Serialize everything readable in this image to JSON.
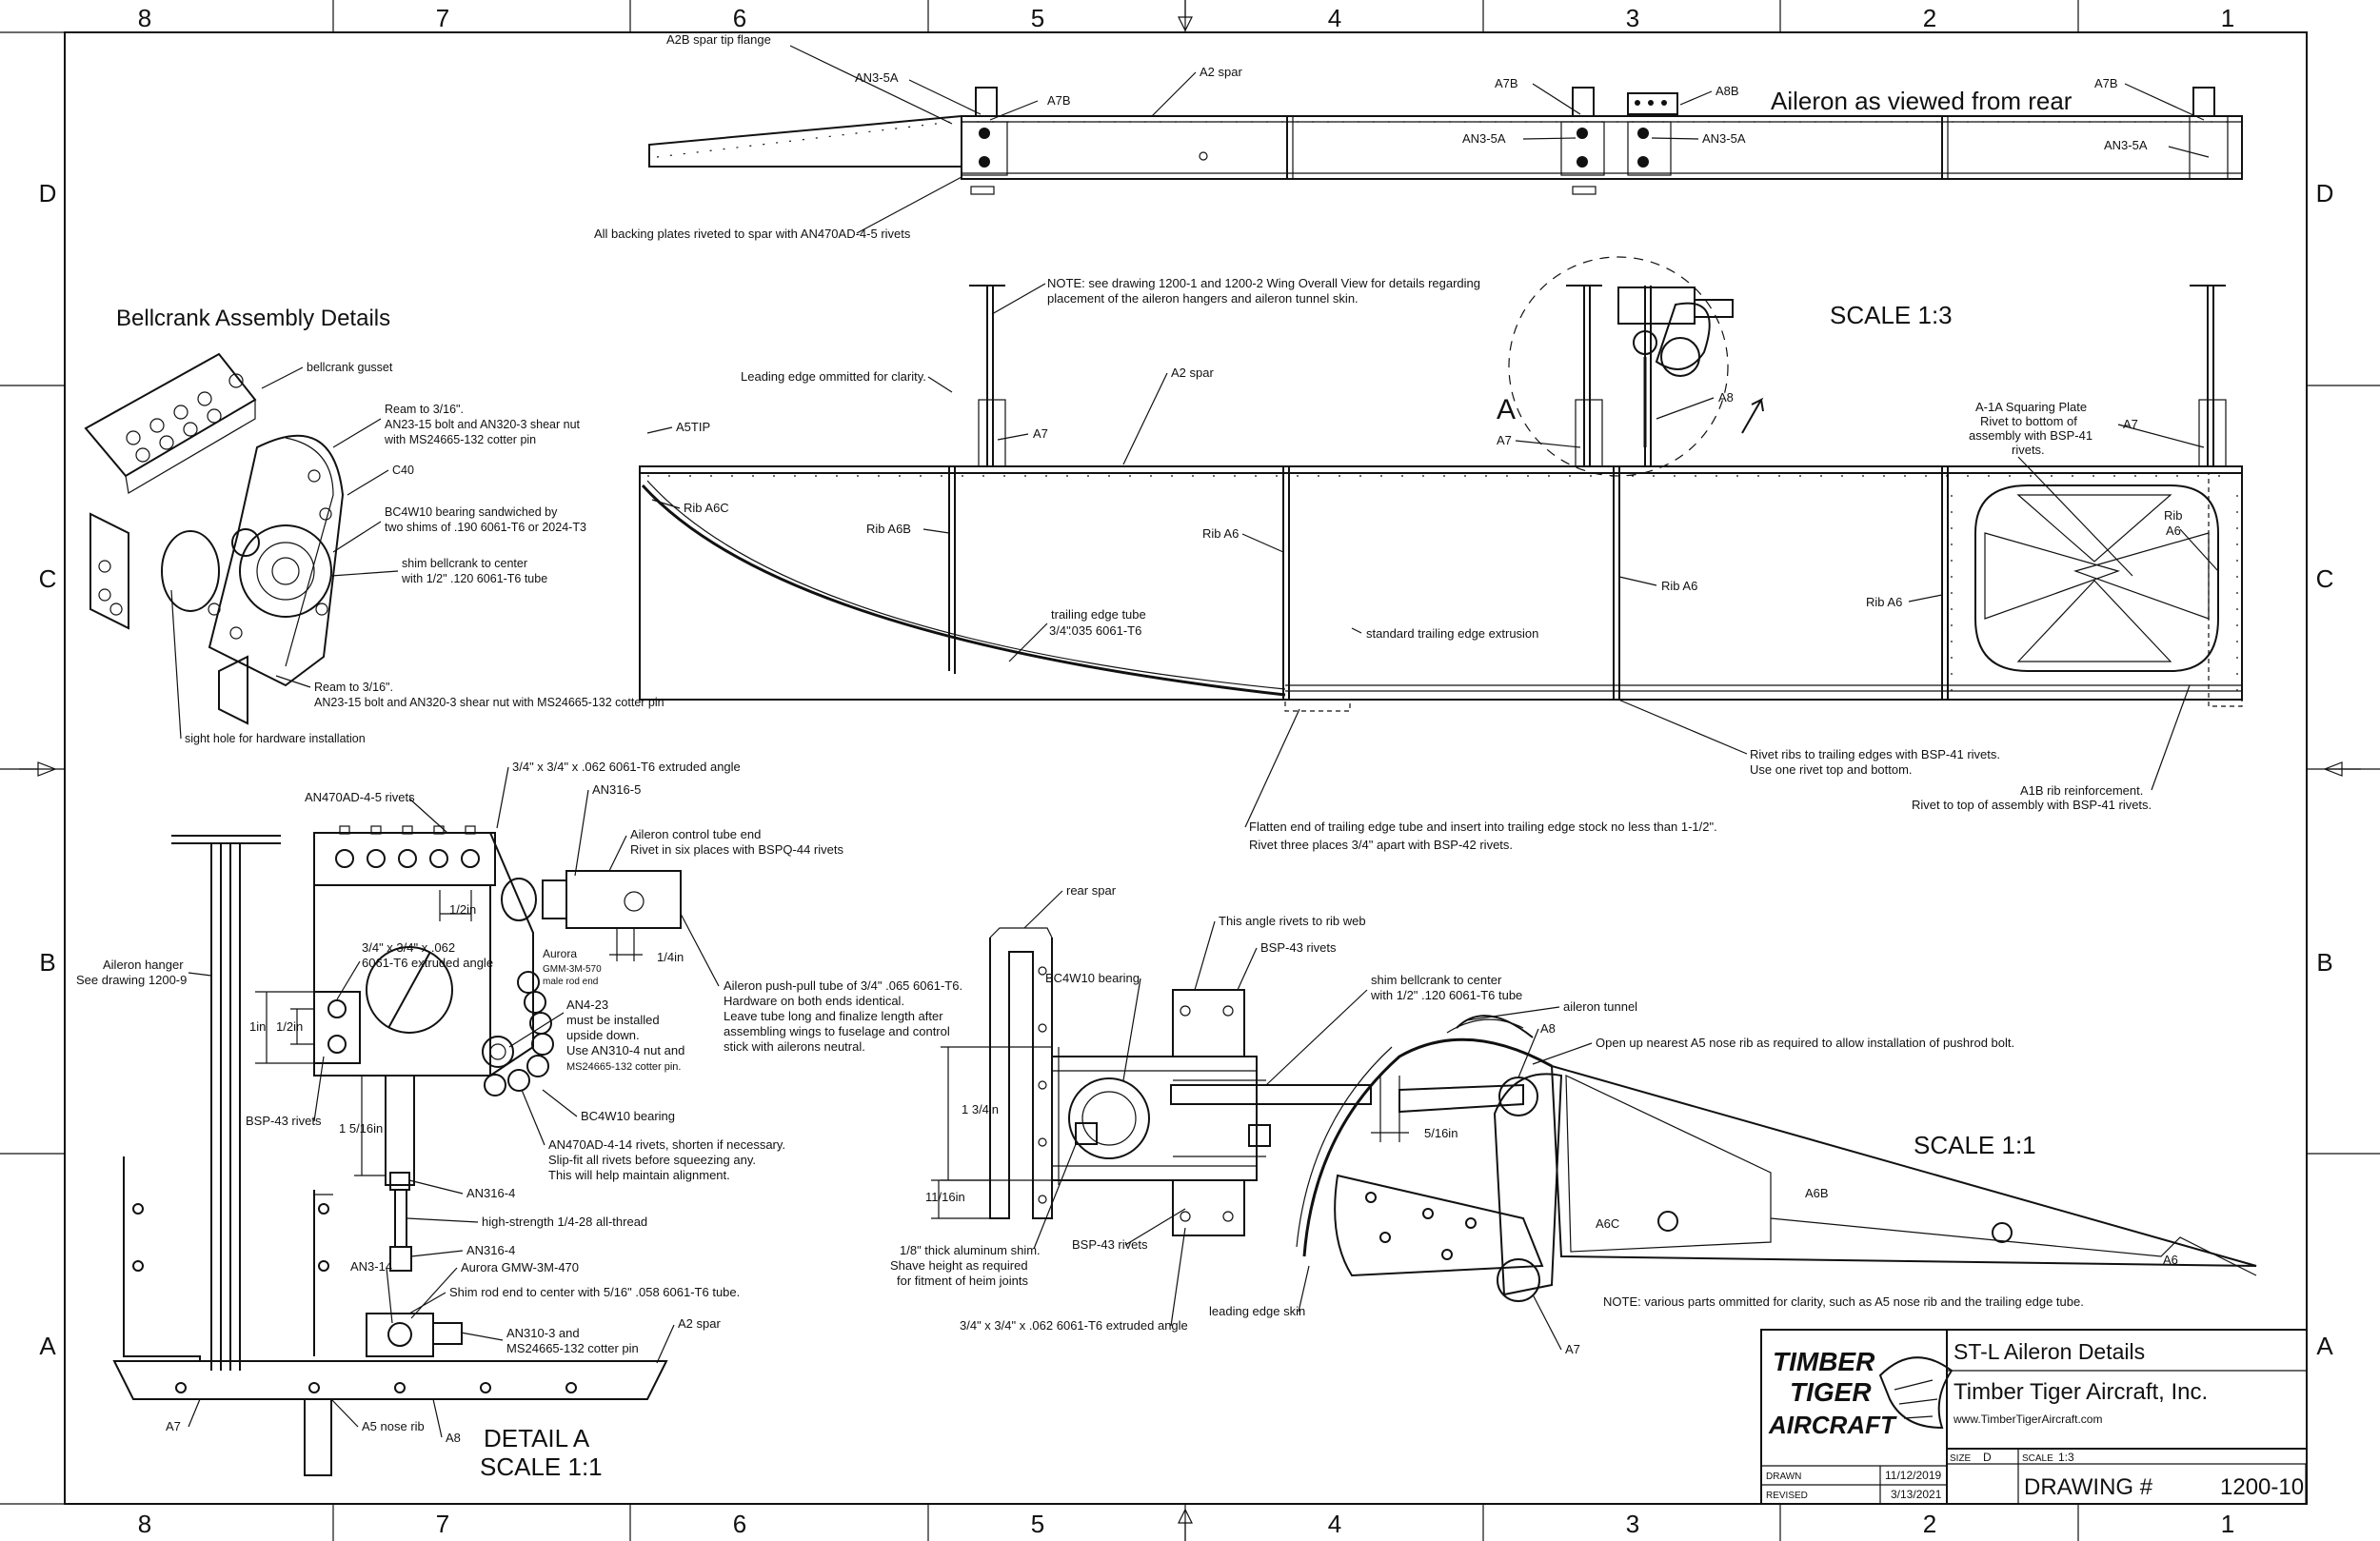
{
  "border": {
    "columns": [
      "8",
      "7",
      "6",
      "5",
      "4",
      "3",
      "2",
      "1"
    ],
    "rows": [
      "D",
      "C",
      "B",
      "A"
    ]
  },
  "views": {
    "rear_view_title": "Aileron as viewed from rear",
    "bellcrank_title": "Bellcrank Assembly Details",
    "scale_top": "SCALE 1:3",
    "scale_mid": "SCALE 1:1",
    "detail_a_title": "DETAIL A",
    "detail_a_scale": "SCALE 1:1",
    "detail_a_marker": "A"
  },
  "labels": {
    "rear": {
      "a2b": "A2B spar tip flange",
      "an35a_1": "AN3-5A",
      "a7b_1": "A7B",
      "a2spar": "A2 spar",
      "a7b_2": "A7B",
      "a8b": "A8B",
      "an35a_2": "AN3-5A",
      "an35a_3": "AN3-5A",
      "a7b_3": "A7B",
      "an35a_4": "AN3-5A",
      "backing": "All backing plates riveted to spar with AN470AD-4-5 rivets"
    },
    "top": {
      "note1": "NOTE:  see drawing 1200-1 and 1200-2 Wing Overall View for details regarding",
      "note2": "placement of the aileron hangers and aileron tunnel skin.",
      "leading": "Leading edge ommitted for clarity.",
      "a2spar": "A2 spar",
      "a5tip": "A5TIP",
      "a7_1": "A7",
      "a7_2": "A7",
      "a8": "A8",
      "a7_3": "A7",
      "squaring1": "A-1A Squaring Plate",
      "squaring2": "Rivet to bottom of",
      "squaring3": "assembly with BSP-41",
      "squaring4": "rivets.",
      "ribA6C": "Rib A6C",
      "ribA6B": "Rib A6B",
      "ribA6_1": "Rib A6",
      "ribA6_2": "Rib A6",
      "ribA6_3": "Rib A6",
      "ribA6_4a": "Rib",
      "ribA6_4b": "A6",
      "tetube1": "trailing edge tube",
      "tetube2": ".035 6061-T6",
      "tetube_frac": "3/4\"",
      "std_te": "standard trailing edge extrusion",
      "rivet_ribs1": "Rivet ribs to trailing edges with BSP-41 rivets.",
      "rivet_ribs2": "Use one rivet top and bottom.",
      "a1b1": "A1B rib reinforcement.",
      "a1b2": "Rivet to top of assembly with BSP-41 rivets.",
      "flatten1": "Flatten end of trailing edge tube and insert into trailing edge stock no less than 1-1/2\".",
      "flatten2": "Rivet three places 3/4\" apart with BSP-42 rivets."
    },
    "bellcrank": {
      "gusset": "bellcrank gusset",
      "ream1a": "Ream to 3/16\".",
      "ream1b": "AN23-15 bolt and AN320-3 shear nut",
      "ream1c": "with MS24665-132 cotter pin",
      "c40": "C40",
      "bc4w10a": "BC4W10 bearing sandwiched by",
      "bc4w10b": "two shims of .190 6061-T6 or 2024-T3",
      "shim1": "shim bellcrank to center",
      "shim2": "with 1/2\" .120 6061-T6 tube",
      "ream2a": "Ream to 3/16\".",
      "ream2b": "AN23-15 bolt and AN320-3 shear nut with MS24665-132 cotter pin",
      "sight": "sight hole for hardware installation"
    },
    "detailA": {
      "angle_top": "3/4\" x 3/4\" x .062 6061-T6 extruded angle",
      "an470": "AN470AD-4-5 rivets",
      "an3165": "AN316-5",
      "ctrl1": "Aileron control tube end",
      "ctrl2": "Rivet in six places with BSPQ-44 rivets",
      "half_in": "1/2in",
      "quarter_in": "1/4in",
      "angle2a": "3/4\" x 3/4\" x .062",
      "angle2b": "6061-T6 extruded angle",
      "aurora1": "Aurora",
      "aurora2": "GMM-3M-570",
      "aurora3": "male rod end",
      "hanger1": "Aileron hanger",
      "hanger2": "See drawing 1200-9",
      "pushpull1": "Aileron push-pull tube of 3/4\" .065 6061-T6.",
      "pushpull2": "Hardware on both ends identical.",
      "pushpull3": "Leave tube long and finalize length after",
      "pushpull4": "assembling wings to fuselage and control",
      "pushpull5": "stick with ailerons neutral.",
      "one_in": "1in",
      "half_in2": "1/2in",
      "an423a": "AN4-23",
      "an423b": "must be installed",
      "an423c": "upside down.",
      "an423d": "Use AN310-4 nut and",
      "an423e": "MS24665-132 cotter pin.",
      "bsp43": "BSP-43 rivets",
      "dim_5_16": "1 5/16in",
      "bc4w10": "BC4W10 bearing",
      "an470_14a": "AN470AD-4-14 rivets, shorten if necessary.",
      "an470_14b": "Slip-fit all rivets before squeezing any.",
      "an470_14c": "This will help maintain alignment.",
      "an3164a": "AN316-4",
      "hs": "high-strength 1/4-28 all-thread",
      "an3164b": "AN316-4",
      "an314": "AN3-14",
      "aurora_gmw": "Aurora GMW-3M-470",
      "shimrod": "Shim rod end to center with 5/16\" .058 6061-T6 tube.",
      "an310a": "AN310-3 and",
      "an310b": "MS24665-132 cotter pin",
      "a2spar": "A2 spar",
      "a7": "A7",
      "a5nose": "A5 nose rib",
      "a8": "A8"
    },
    "mid": {
      "rearspar": "rear spar",
      "angle_rib": "This angle rivets to rib web",
      "bsp43a": "BSP-43 rivets",
      "bc4w10": "BC4W10 bearing",
      "shim1": "shim bellcrank to center",
      "shim2": "with 1/2\" .120 6061-T6 tube",
      "tunnel": "aileron tunnel",
      "a8": "A8",
      "open": "Open up nearest A5 nose rib as required to allow installation of pushrod bolt.",
      "dim134": "1 3/4in",
      "dim1116": "11/16in",
      "dim516": "5/16in",
      "a6b": "A6B",
      "a6c": "A6C",
      "a6": "A6",
      "shim_a": "1/8\" thick aluminum shim.",
      "shim_b": "Shave height as required",
      "shim_c": "for fitment of heim joints",
      "bsp43b": "BSP-43 rivets",
      "lead_skin": "leading edge skin",
      "angle_bot": "3/4\" x 3/4\" x .062 6061-T6 extruded angle",
      "a7": "A7",
      "note": "NOTE:  various parts ommitted for clarity, such as A5 nose rib and the trailing edge tube."
    }
  },
  "title_block": {
    "logo_line1": "TIMBER",
    "logo_line2": "TIGER",
    "logo_line3": "AIRCRAFT",
    "title": "ST-L Aileron Details",
    "company": "Timber Tiger Aircraft, Inc.",
    "website": "www.TimberTigerAircraft.com",
    "size_label": "SIZE",
    "size_value": "D",
    "scale_label": "SCALE",
    "scale_value": "1:3",
    "drawn_label": "DRAWN",
    "drawn_date": "11/12/2019",
    "revised_label": "REVISED",
    "revised_date": "3/13/2021",
    "drawing_label": "DRAWING #",
    "drawing_number": "1200-10"
  }
}
